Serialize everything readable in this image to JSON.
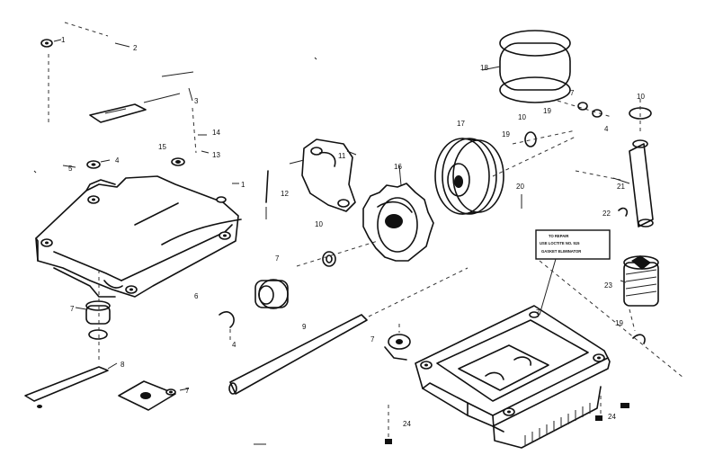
{
  "callouts": [
    {
      "id": "c1",
      "label": "1"
    },
    {
      "id": "c2",
      "label": "2"
    },
    {
      "id": "c3",
      "label": "3"
    },
    {
      "id": "c4a",
      "label": "4"
    },
    {
      "id": "c5",
      "label": "5"
    },
    {
      "id": "c14",
      "label": "14"
    },
    {
      "id": "c15",
      "label": "15"
    },
    {
      "id": "c13",
      "label": "13"
    },
    {
      "id": "c1b",
      "label": "1"
    },
    {
      "id": "c6",
      "label": "6"
    },
    {
      "id": "c7a",
      "label": "7"
    },
    {
      "id": "c8",
      "label": "8"
    },
    {
      "id": "c7b",
      "label": "7"
    },
    {
      "id": "c11",
      "label": "11"
    },
    {
      "id": "c12",
      "label": "12"
    },
    {
      "id": "c16",
      "label": "16"
    },
    {
      "id": "c10a",
      "label": "10"
    },
    {
      "id": "c7c",
      "label": "7"
    },
    {
      "id": "c4b",
      "label": "4"
    },
    {
      "id": "c9",
      "label": "9"
    },
    {
      "id": "c18",
      "label": "18"
    },
    {
      "id": "c7d",
      "label": "7"
    },
    {
      "id": "c19a",
      "label": "19"
    },
    {
      "id": "c4c",
      "label": "4"
    },
    {
      "id": "c10b",
      "label": "10"
    },
    {
      "id": "c17",
      "label": "17"
    },
    {
      "id": "c10c",
      "label": "10"
    },
    {
      "id": "c19b",
      "label": "19"
    },
    {
      "id": "c20",
      "label": "20"
    },
    {
      "id": "c21",
      "label": "21"
    },
    {
      "id": "c22",
      "label": "22"
    },
    {
      "id": "c23",
      "label": "23"
    },
    {
      "id": "c19c",
      "label": "19"
    },
    {
      "id": "c7e",
      "label": "7"
    },
    {
      "id": "c24a",
      "label": "24"
    },
    {
      "id": "c24b",
      "label": "24"
    },
    {
      "id": "c7f",
      "label": "7"
    }
  ],
  "note": {
    "line1": "TO REPAIR",
    "line2": "USE LOCTITE NO. 515",
    "line3": "GASKET ELIMINATOR"
  }
}
